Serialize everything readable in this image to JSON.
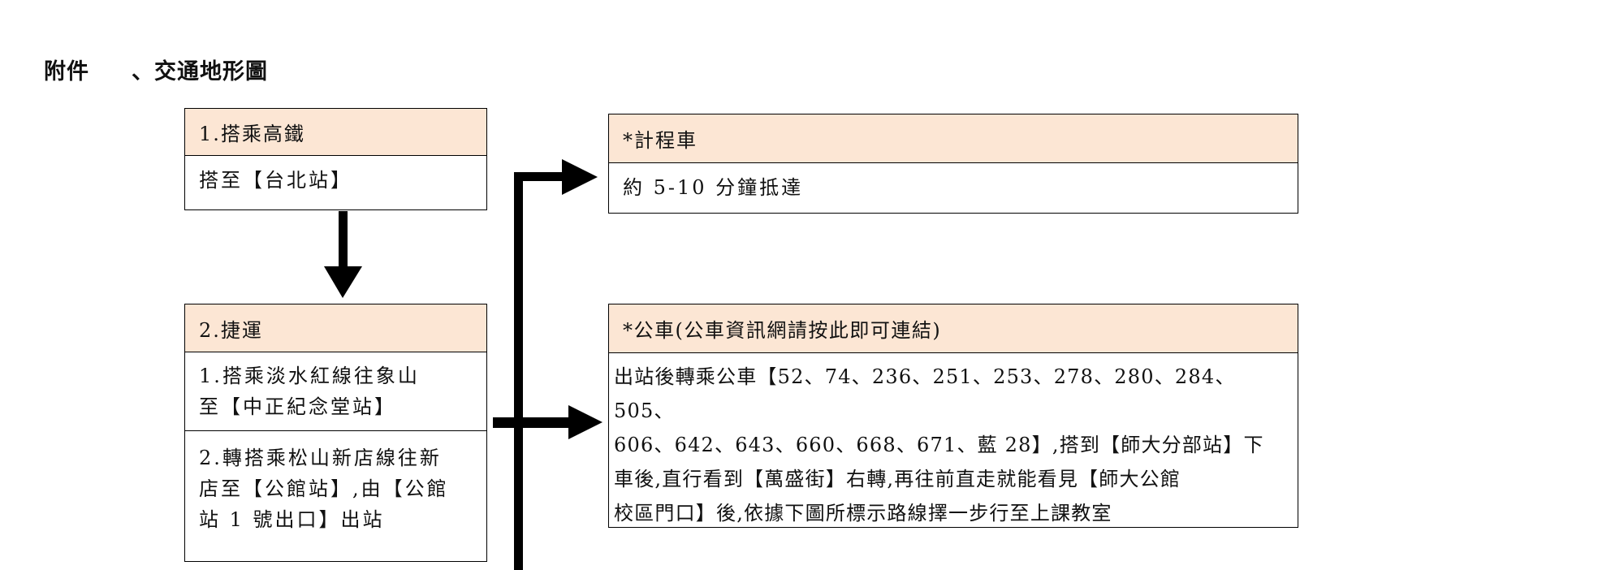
{
  "heading": {
    "label": "附件",
    "title": "、交通地形圖"
  },
  "hsr": {
    "title": "1.搭乘高鐵",
    "text": "搭至【台北站】"
  },
  "mrt": {
    "title": "2.捷運",
    "step1_line1": "1.搭乘淡水紅線往象山",
    "step1_line2": "至【中正紀念堂站】",
    "step2_line1": "2.轉搭乘松山新店線往新",
    "step2_line2": "店至【公館站】,由【公館",
    "step2_line3": "站 1 號出口】出站"
  },
  "taxi": {
    "title": "*計程車",
    "text": "約 5-10 分鐘抵達"
  },
  "bus": {
    "title": "*公車(公車資訊網請按此即可連結)",
    "line1": "出站後轉乘公車【52、74、236、251、253、278、280、284、505、",
    "line2": "606、642、643、660、668、671、藍 28】,搭到【師大分部站】下",
    "line3": "車後,直行看到【萬盛街】右轉,再往前直走就能看見【師大公館",
    "line4": "校區門口】後,依據下圖所標示路線擇一步行至上課教室"
  },
  "colors": {
    "header_fill": "#fce6d4",
    "border": "#000000",
    "arrow": "#000000"
  }
}
